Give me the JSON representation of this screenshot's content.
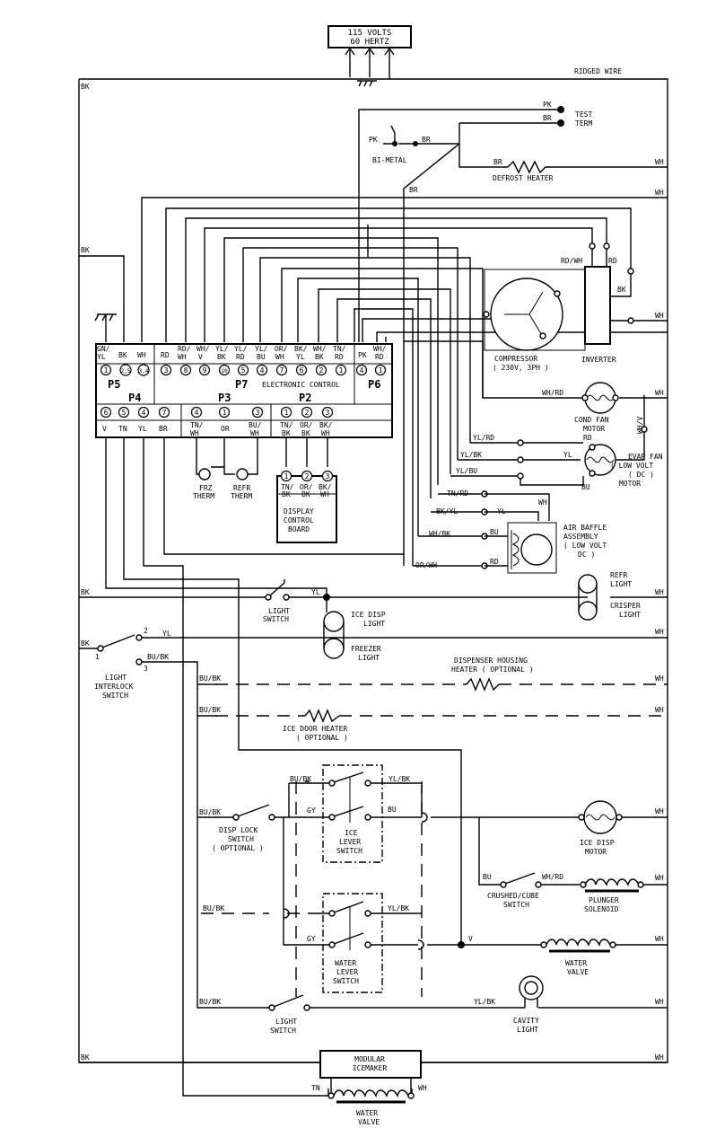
{
  "power": {
    "line1": "115 VOLTS",
    "line2": "60 HERTZ"
  },
  "labels": {
    "ridged_wire": "RIDGED WIRE",
    "test_term": [
      "TEST",
      "TERM"
    ],
    "bi_metal": "BI-METAL",
    "defrost_heater": "DEFROST HEATER",
    "compressor": [
      "COMPRESSOR",
      "( 230V, 3PH )"
    ],
    "inverter": "INVERTER",
    "electronic_control": "ELECTRONIC CONTROL",
    "cond_fan_motor": [
      "COND FAN",
      "MOTOR"
    ],
    "evap_fan": [
      "EVAP FAN",
      "( LOW VOLT",
      "( DC )",
      "MOTOR"
    ],
    "air_baffle": [
      "AIR BAFFLE",
      "ASSEMBLY",
      "( LOW VOLT",
      "DC )"
    ],
    "frz_therm": [
      "FRZ",
      "THERM"
    ],
    "refr_therm": [
      "REFR",
      "THERM"
    ],
    "display_board": [
      "DISPLAY",
      "CONTROL",
      "BOARD"
    ],
    "refr_light": [
      "REFR",
      "LIGHT"
    ],
    "crisper_light": [
      "CRISPER",
      "LIGHT"
    ],
    "light_switch": [
      "LIGHT",
      "SWITCH"
    ],
    "ice_disp_light": [
      "ICE DISP",
      "LIGHT"
    ],
    "freezer_light": [
      "FREEZER",
      "LIGHT"
    ],
    "light_interlock": [
      "LIGHT",
      "INTERLOCK",
      "SWITCH"
    ],
    "dispenser_heater": [
      "DISPENSER HOUSING",
      "HEATER ( OPTIONAL )"
    ],
    "ice_door_heater": [
      "ICE DOOR HEATER",
      "( OPTIONAL )"
    ],
    "disp_lock": [
      "DISP LOCK",
      "SWITCH",
      "( OPTIONAL )"
    ],
    "ice_lever": [
      "ICE",
      "LEVER",
      "SWITCH"
    ],
    "ice_disp_motor": [
      "ICE DISP",
      "MOTOR"
    ],
    "crushed_cube": [
      "CRUSHED/CUBE",
      "SWITCH"
    ],
    "plunger": [
      "PLUNGER",
      "SOLENOID"
    ],
    "water_lever": [
      "WATER",
      "LEVER",
      "SWITCH"
    ],
    "water_valve": [
      "WATER",
      "VALVE"
    ],
    "cavity_light": [
      "CAVITY",
      "LIGHT"
    ],
    "light_switch2": [
      "LIGHT",
      "SWITCH"
    ],
    "modular_icemaker": [
      "MODULAR",
      "ICEMAKER"
    ],
    "water_valve2": [
      "WATER",
      "VALVE"
    ]
  },
  "connectors": {
    "p5": "P5",
    "p7": "P7",
    "p6": "P6",
    "p4": "P4",
    "p3": "P3",
    "p2": "P2",
    "top_row": [
      "GN/",
      "YL",
      "BK",
      "WH",
      "RD",
      "RD/",
      "WH",
      "WH/",
      "V",
      "YL/",
      "BK",
      "YL/",
      "RD",
      "YL/",
      "BU",
      "OR/",
      "WH",
      "BK/",
      "YL",
      "WH/",
      "BK",
      "TN/",
      "RD",
      "PK",
      "WH/",
      "RD"
    ],
    "top_pins": [
      "1",
      "5",
      "4",
      "3",
      "8",
      "9",
      "10",
      "5",
      "4",
      "7",
      "6",
      "2",
      "1",
      "4",
      "1"
    ],
    "top_pins_alt": [
      "2,5",
      "3,4"
    ],
    "p4_pins": [
      "6",
      "5",
      "4",
      "7"
    ],
    "p4_wires": [
      "V",
      "TN",
      "YL",
      "BR"
    ],
    "p3_pins": [
      "4",
      "1",
      "3"
    ],
    "p3_wires": [
      "TN/",
      "WH",
      "OR",
      "BU/",
      "WH"
    ],
    "p2_pins": [
      "1",
      "2",
      "3"
    ],
    "p2_wires": [
      "TN/",
      "BK",
      "OR/",
      "BK",
      "BK/",
      "WH"
    ]
  },
  "wire_codes": {
    "BK": "BK",
    "WH": "WH",
    "PK": "PK",
    "BR": "BR",
    "RD": "RD",
    "RDWH": "RD/WH",
    "WHRD": "WH/RD",
    "YLRD": "YL/RD",
    "YLBK": "YL/BK",
    "YL": "YL",
    "YLBU": "YL/BU",
    "BU": "BU",
    "TNRD": "TN/RD",
    "BKYL": "BK/YL",
    "WHBK": "WH/BK",
    "ORWH": "OR/WH",
    "WHV": "WH/V",
    "BUBK": "BU/BK",
    "GY": "GY",
    "V": "V",
    "TN": "TN",
    "n2": "2",
    "n1": "1",
    "n3": "3",
    "TNWH": "TN/",
    "TNWH2": "WH",
    "ORBK": "OR/",
    "ORBK2": "BK",
    "BKWH": "BK/",
    "BKWH2": "WH"
  }
}
